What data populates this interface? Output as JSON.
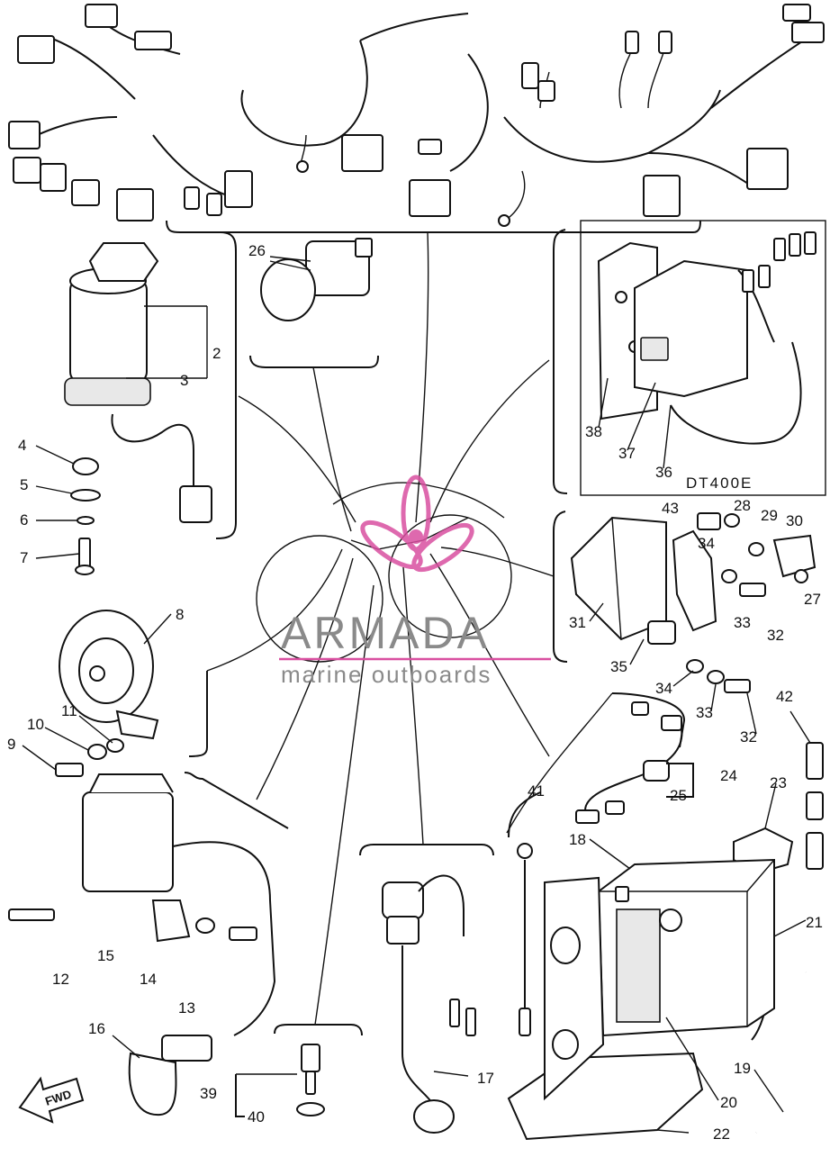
{
  "diagram": {
    "variant_label": "DT400E",
    "watermark": {
      "brand": "ARMADA",
      "tagline": "marine outboards",
      "accent": "#d94fa0",
      "text_color": "#8a8a8a"
    },
    "fwd_label": "FWD",
    "callouts": [
      "2",
      "3",
      "4",
      "5",
      "6",
      "7",
      "8",
      "9",
      "10",
      "11",
      "12",
      "13",
      "14",
      "15",
      "16",
      "17",
      "18",
      "19",
      "20",
      "21",
      "22",
      "23",
      "24",
      "25",
      "26",
      "27",
      "28",
      "29",
      "30",
      "31",
      "32",
      "33",
      "34",
      "35",
      "36",
      "37",
      "38",
      "39",
      "40",
      "41",
      "42",
      "43"
    ],
    "secondary_callouts": [
      "34",
      "33",
      "32"
    ]
  }
}
